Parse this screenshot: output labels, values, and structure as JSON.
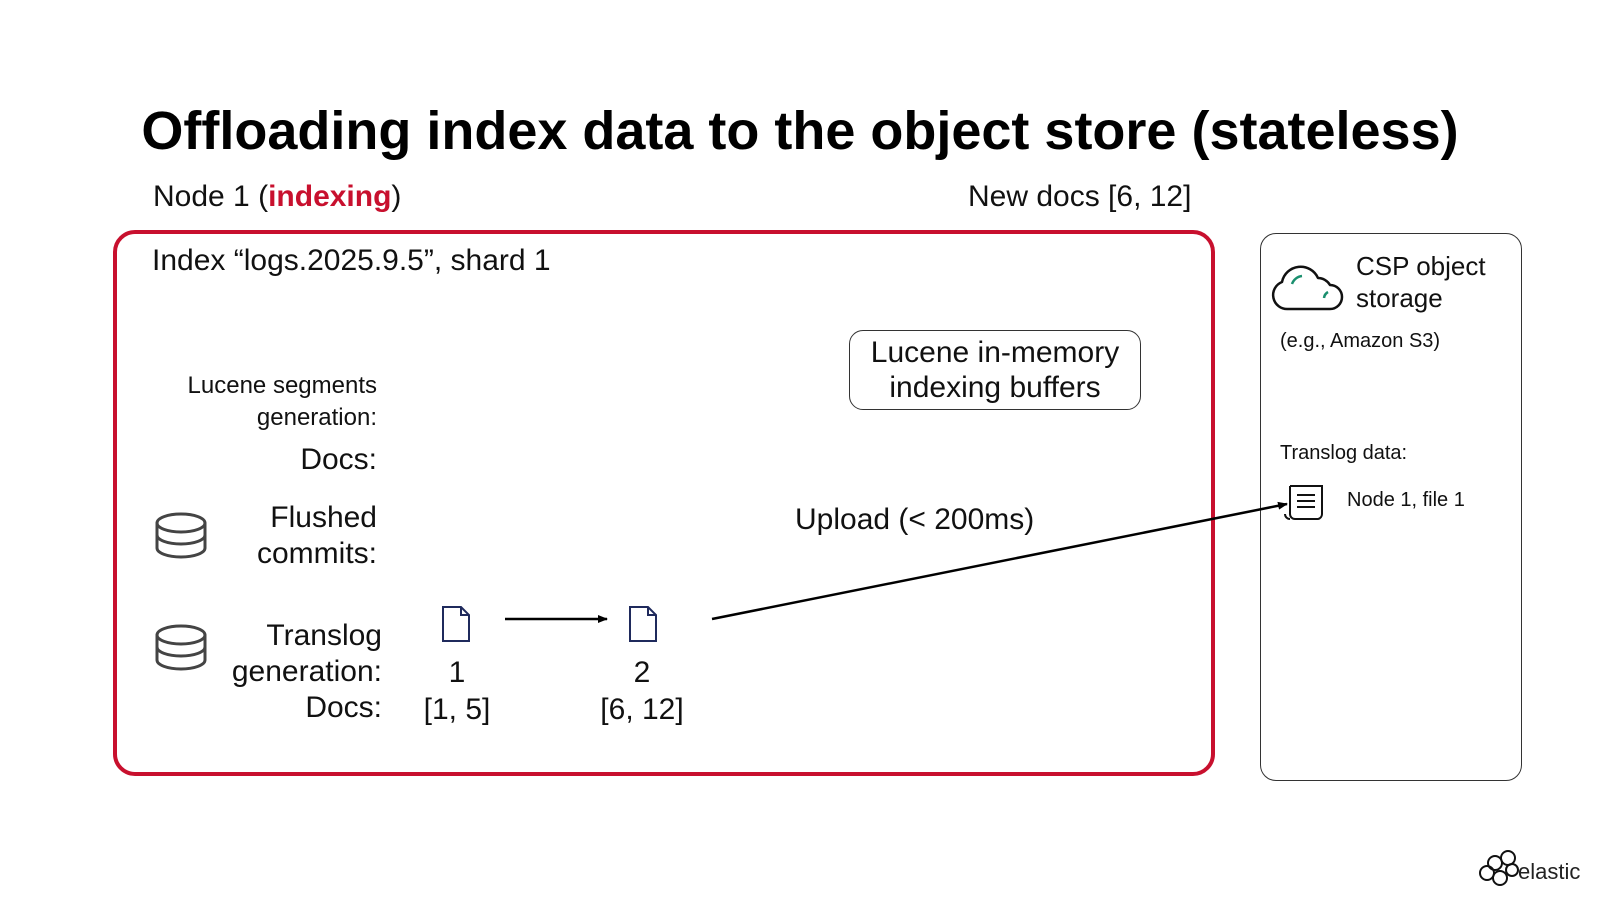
{
  "title": "Offloading index data to the object store (stateless)",
  "node": {
    "prefix": "Node 1 (",
    "role": "indexing",
    "suffix": ")"
  },
  "new_docs": "New docs [6, 12]",
  "index_label": "Index “logs.2025.9.5”, shard 1",
  "buffers": {
    "line1": "Lucene in-memory",
    "line2": "indexing buffers"
  },
  "labels": {
    "lucene_segments_line1": "Lucene segments",
    "lucene_segments_line2": "generation:",
    "docs": "Docs:",
    "flushed_line1": "Flushed",
    "flushed_line2": "commits:",
    "translog_line1": "Translog",
    "translog_line2": "generation:",
    "translog_docs": "Docs:"
  },
  "translog_generations": [
    {
      "generation": "1",
      "docs": "[1, 5]"
    },
    {
      "generation": "2",
      "docs": "[6, 12]"
    }
  ],
  "upload_label": "Upload (< 200ms)",
  "csp": {
    "title_line1": "CSP object",
    "title_line2": "storage",
    "example": "(e.g., Amazon S3)",
    "translog_data_label": "Translog data:",
    "file_label": "Node 1, file 1"
  },
  "brand": "elastic",
  "colors": {
    "accent": "#c8102e",
    "doc_icon": "#1f2a5c",
    "cloud_accent": "#1a8f6e"
  },
  "icons": [
    "database-icon",
    "document-icon",
    "cloud-icon",
    "scroll-icon",
    "elastic-logo-icon"
  ]
}
